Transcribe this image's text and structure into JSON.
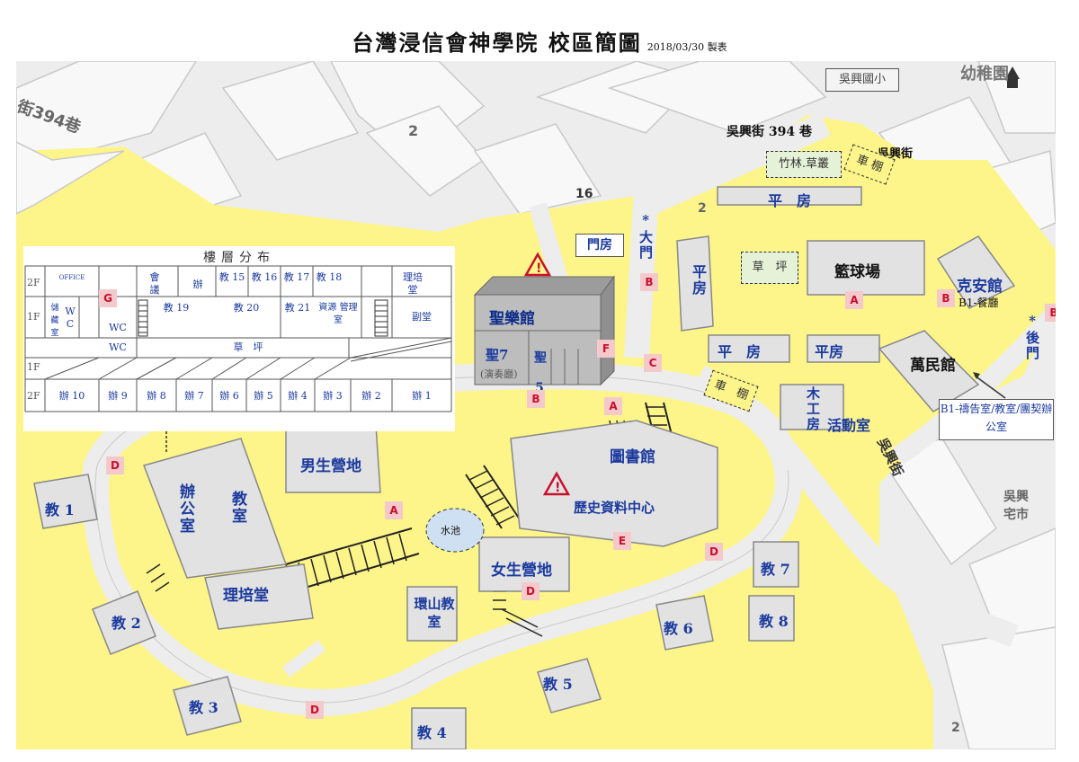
{
  "header": {
    "title": "台灣浸信會神學院 校區簡圖",
    "date": "2018/03/30 製表"
  },
  "streets": {
    "main": "吳興街 394 巷",
    "side": "吳興街",
    "lane_left": "街394巷",
    "school": "吳興國小",
    "kinder": "幼稚園",
    "number_2a": "2",
    "number_16": "16",
    "number_2b": "2",
    "market": "吳興",
    "market2": "宅市",
    "street_se": "吳興街",
    "road_num": "2"
  },
  "buildings": {
    "sheng_yue": "聖樂館",
    "sheng7": "聖7",
    "yanzou": "(演奏廳)",
    "sheng5": "聖 5",
    "men_fang": "門房",
    "da_men": "*大門",
    "ping_fang_top": "平　房",
    "ping_fang_v": "平房",
    "lanqiu": "籃球場",
    "kean": "克安館",
    "kean_b1": "B1-餐廳",
    "hou_men": "*後門",
    "ping_fang_a": "平　房",
    "ping_fang_b": "平房",
    "wanmin": "萬民館",
    "wanmin_note": "B1-禱告室/教室/團契辦公室",
    "mu_gong": "木工房",
    "huodong": "活動室",
    "che_peng": "車　棚",
    "che_peng2": "車 棚",
    "zhu_lin": "竹林.草叢",
    "cao_ping": "草　坪",
    "library": "圖書館",
    "history": "歷史資料中心",
    "pond": "水池",
    "boys": "男生營地",
    "girls": "女生營地",
    "office": "辦公室",
    "classroom": "教室",
    "lipei": "理培堂",
    "huanshan": "環山教室",
    "jiao1": "教 1",
    "jiao2": "教 2",
    "jiao3": "教 3",
    "jiao4": "教 4",
    "jiao5": "教 5",
    "jiao6": "教 6",
    "jiao7": "教 7",
    "jiao8": "教 8"
  },
  "markers": {
    "a": "A",
    "b": "B",
    "c": "C",
    "d": "D",
    "e": "E",
    "f": "F",
    "g": "G"
  },
  "floor_table": {
    "title": "樓層分布",
    "floors": {
      "f2": "2F",
      "f1": "1F"
    },
    "row_2f": {
      "office": "OFFICE",
      "huiyi": "會議",
      "ban": "辦",
      "j15": "教 15",
      "j16": "教 16",
      "j17": "教 17",
      "j18": "教 18",
      "lipei": "理培 堂"
    },
    "row_1f": {
      "storage": "儲藏室",
      "wc_v": "W C",
      "wc": "WC",
      "j19": "教 19",
      "j20": "教 20",
      "j21": "教 21",
      "ziyuan": "資源 管理室",
      "futang": "副堂"
    },
    "middle": {
      "wc": "WC",
      "lawn": "草　坪"
    },
    "bottom": {
      "b10": "辦 10",
      "b9": "辦 9",
      "b8": "辦 8",
      "b7": "辦 7",
      "b6": "辦 6",
      "b5": "辦 5",
      "b4": "辦 4",
      "b3": "辦 3",
      "b2": "辦 2",
      "b1": "辦 1"
    }
  }
}
